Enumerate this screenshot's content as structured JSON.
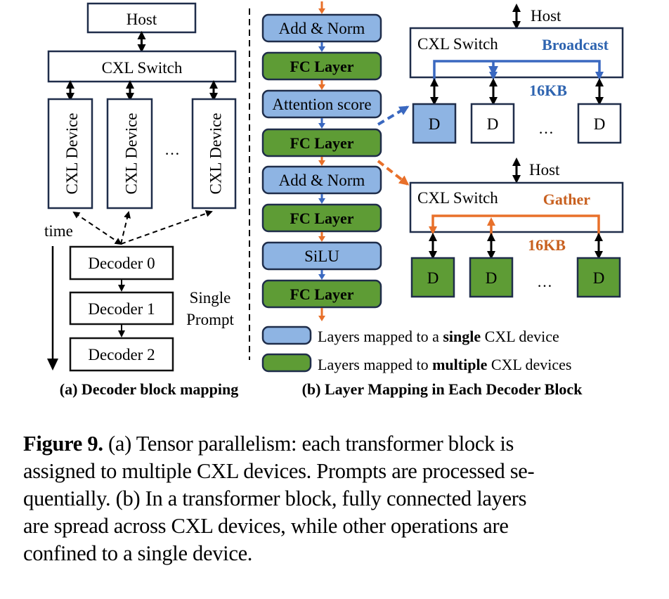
{
  "panel_a": {
    "host_label": "Host",
    "switch_label": "CXL Switch",
    "devices": [
      "CXL Device",
      "CXL Device",
      "CXL Device"
    ],
    "ellipsis": "…",
    "time_label": "time",
    "decoders": [
      "Decoder 0",
      "Decoder 1",
      "Decoder 2"
    ],
    "prompt_label_line1": "Single",
    "prompt_label_line2": "Prompt",
    "subcaption": "(a) Decoder block mapping"
  },
  "panel_b": {
    "layers": [
      {
        "label": "Add & Norm",
        "type": "single"
      },
      {
        "label": "FC Layer",
        "type": "multiple"
      },
      {
        "label": "Attention score",
        "type": "single"
      },
      {
        "label": "FC Layer",
        "type": "multiple"
      },
      {
        "label": "Add & Norm",
        "type": "single"
      },
      {
        "label": "FC Layer",
        "type": "multiple"
      },
      {
        "label": "SiLU",
        "type": "single"
      },
      {
        "label": "FC Layer",
        "type": "multiple"
      }
    ],
    "broadcast": {
      "host_label": "Host",
      "switch_label": "CXL Switch",
      "op_label": "Broadcast",
      "size_label": "16KB",
      "devices": [
        "D",
        "D",
        "D"
      ],
      "ellipsis": "…"
    },
    "gather": {
      "host_label": "Host",
      "switch_label": "CXL Switch",
      "op_label": "Gather",
      "size_label": "16KB",
      "devices": [
        "D",
        "D",
        "D"
      ],
      "ellipsis": "…"
    },
    "legend": {
      "single": {
        "prefix": "Layers mapped to a ",
        "bold": "single",
        "suffix": " CXL device"
      },
      "multiple": {
        "prefix": "Layers mapped to ",
        "bold": "multiple",
        "suffix": " CXL devices"
      }
    },
    "subcaption": "(b) Layer Mapping in Each Decoder Block"
  },
  "caption": {
    "figure_number": "Figure 9.",
    "lines": [
      " (a) Tensor parallelism: each transformer block is",
      "assigned to multiple CXL devices. Prompts are processed se-",
      "quentially. (b) In a transformer block, fully connected layers",
      "are spread across CXL devices, while other operations are",
      "confined to a single device."
    ]
  },
  "colors": {
    "single_fill": "#8eb4e3",
    "multiple_fill": "#5e9c35",
    "box_stroke": "#1f2d4a",
    "blue_accent": "#3a68c0",
    "blue_text": "#2e64b0",
    "orange_accent": "#e8702a",
    "orange_text": "#c8601f"
  }
}
